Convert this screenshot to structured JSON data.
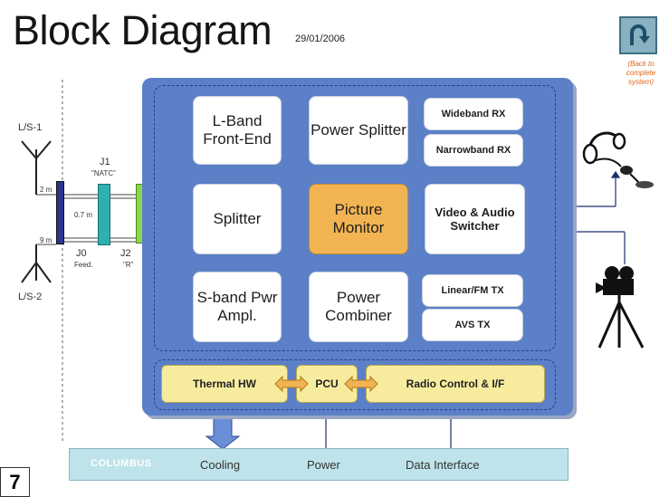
{
  "title": "Block Diagram",
  "date": "29/01/2006",
  "back_note": "(Back to complete system)",
  "page_number": "7",
  "antennas": {
    "top": "L/S-1",
    "bottom": "L/S-2"
  },
  "connectors": {
    "j1": "J1",
    "j1_sub": "\"NATC\"",
    "j0": "J0",
    "j0_sub": "Feed.",
    "j2": "J2",
    "j2_sub": "\"R\"",
    "cable_top": "2 m",
    "cable_mid": "0.7 m",
    "cable_bot": "9 m"
  },
  "blocks": {
    "lband": "L-Band Front-End",
    "power_splitter": "Power Splitter",
    "wideband": "Wideband RX",
    "narrowband": "Narrowband RX",
    "splitter": "Splitter",
    "picture_monitor": "Picture Monitor",
    "switcher": "Video & Audio Switcher",
    "sband": "S-band Pwr Ampl.",
    "power_combiner": "Power Combiner",
    "linear_fm": "Linear/FM TX",
    "avs": "AVS TX"
  },
  "bottom_blocks": {
    "thermal": "Thermal HW",
    "pcu": "PCU",
    "radio": "Radio Control & I/F"
  },
  "columbus": {
    "name": "COLUMBUS",
    "cooling": "Cooling",
    "power": "Power",
    "data": "Data Interface"
  },
  "colors": {
    "panel": "#5b80c8",
    "orange_block": "#f2b452",
    "yellow_block": "#f7ec9e",
    "columbus_bar": "#bfe3ea",
    "back_note": "#e0661b"
  }
}
